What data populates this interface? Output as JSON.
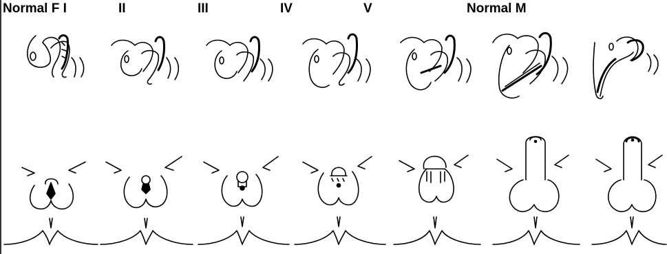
{
  "stage_labels": {
    "normal_f_i": "Normal F I",
    "ii": "II",
    "iii": "III",
    "iv": "IV",
    "v": "V",
    "normal_m": "Normal M"
  },
  "colors": {
    "ink": "#000000",
    "background": "#ffffff"
  }
}
